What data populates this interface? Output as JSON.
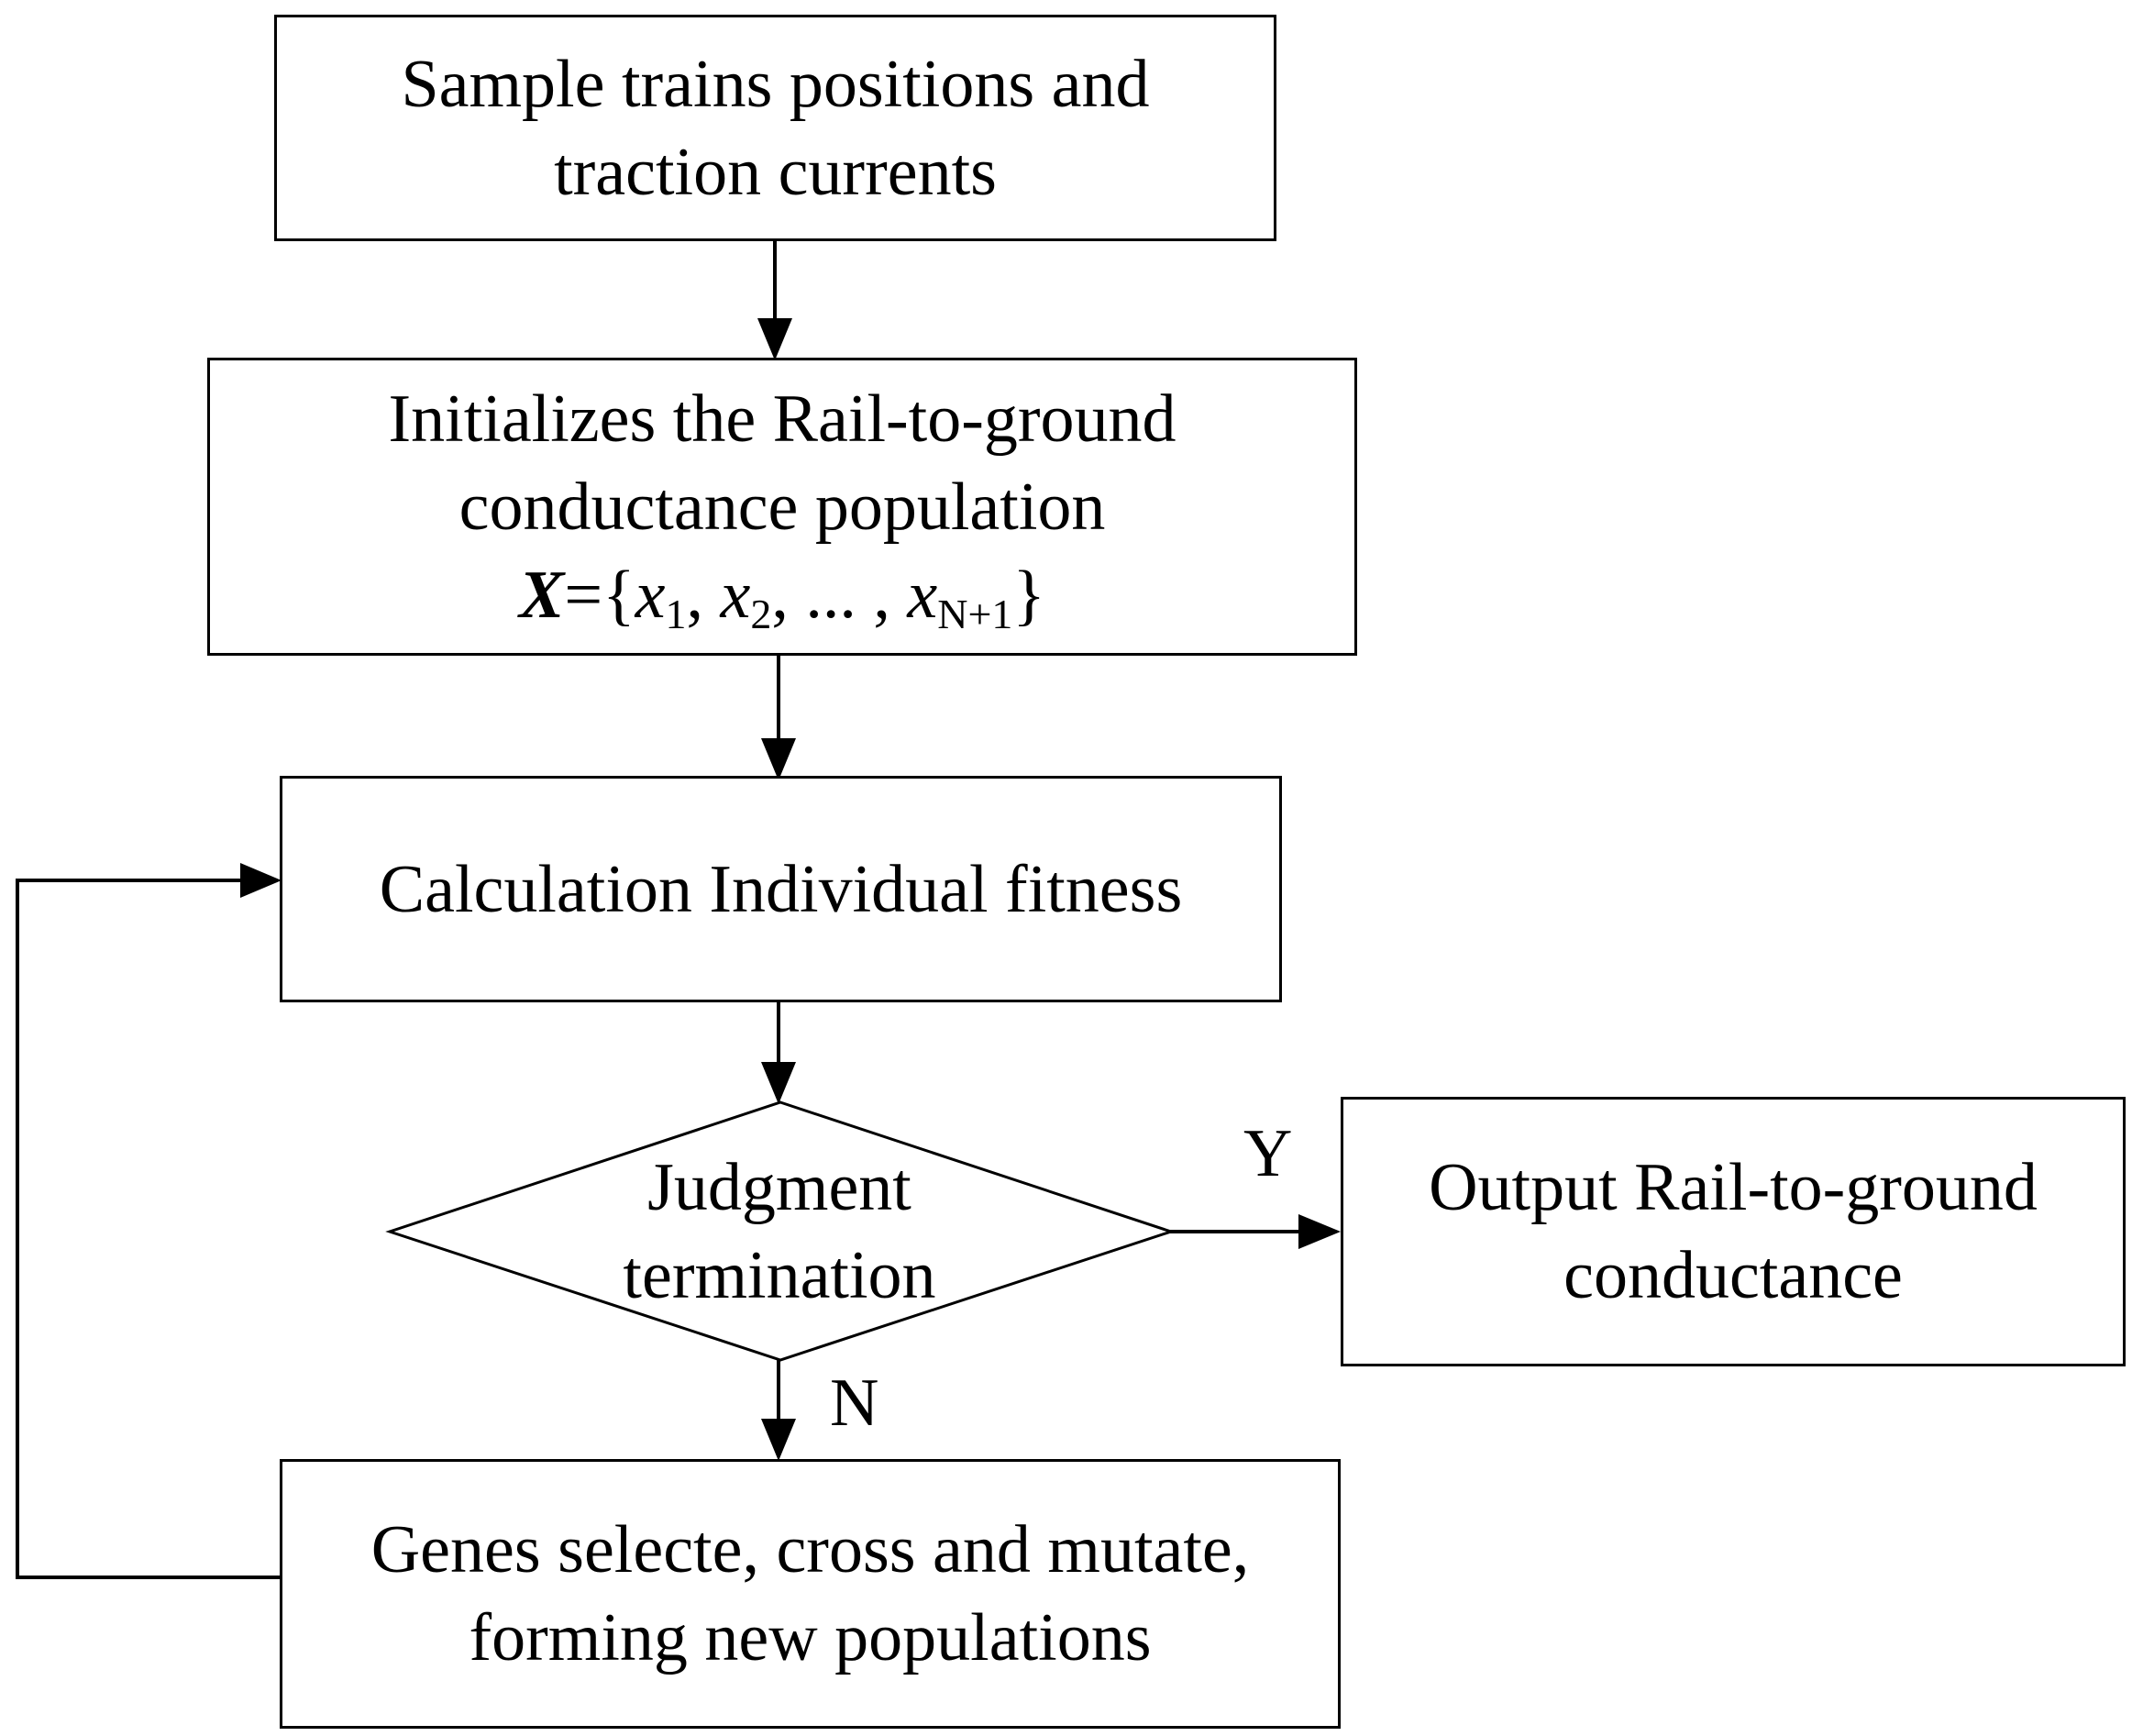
{
  "steps": {
    "sample": {
      "line1": "Sample trains positions and",
      "line2": "traction currents"
    },
    "initialize": {
      "line1": "Initializes the Rail-to-ground",
      "line2": "conductance population",
      "formula": {
        "var": "X",
        "open": "={",
        "x1": "x",
        "s1": "1",
        "c1": ", ",
        "x2": "x",
        "s2": "2",
        "c2": ", ... , ",
        "xn": "x",
        "sn": "N+1",
        "close": "}"
      }
    },
    "fitness": {
      "line1": "Calculation Individual fitness"
    },
    "judgment": {
      "line1": "Judgment",
      "line2": "termination"
    },
    "output": {
      "line1": "Output  Rail-to-ground",
      "line2": "conductance"
    },
    "genes": {
      "line1": "Genes selecte, cross and mutate,",
      "line2": "forming new populations"
    }
  },
  "branches": {
    "yes": "Y",
    "no": "N"
  },
  "colors": {
    "stroke": "#000000",
    "fill": "#ffffff"
  }
}
